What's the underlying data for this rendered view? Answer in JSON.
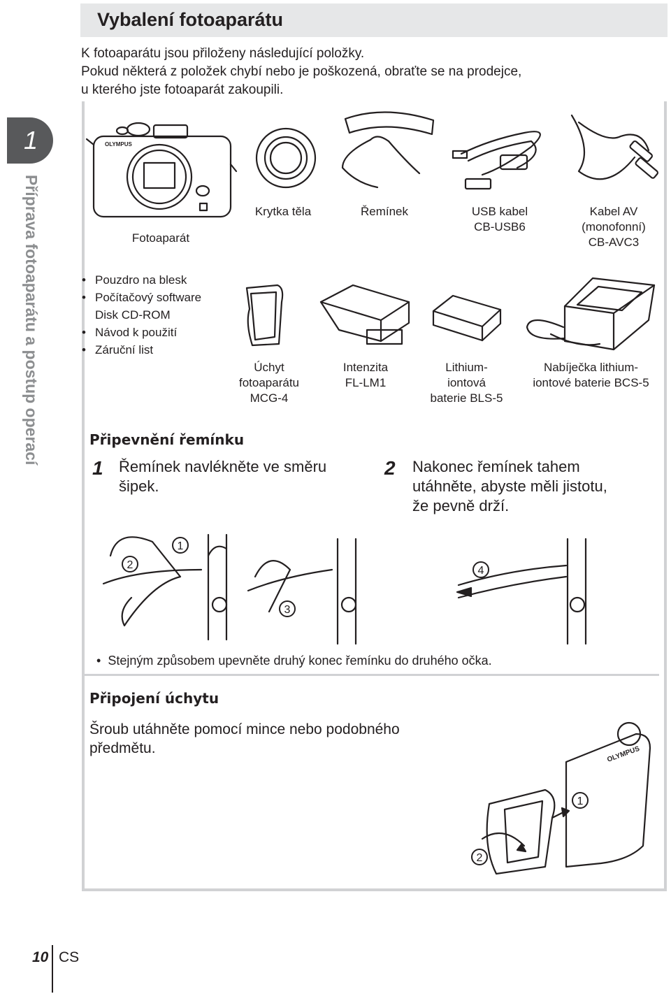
{
  "page_title": "Vybalení fotoaparátu",
  "intro": [
    "K fotoaparátu jsou přiloženy následující položky.",
    "Pokud některá z položek chybí nebo je poškozená, obraťte se na prodejce,",
    "u kterého jste fotoaparát zakoupili."
  ],
  "chapter": {
    "number": "1",
    "title": "Příprava fotoaparátu a postup operací"
  },
  "items": {
    "camera": "Fotoaparát",
    "body_cap": "Krytka těla",
    "strap": "Řemínek",
    "usb": [
      "USB kabel",
      "CB-USB6"
    ],
    "av": [
      "Kabel AV",
      "(monofonní)",
      "CB-AVC3"
    ],
    "grip": [
      "Úchyt",
      "fotoaparátu",
      "MCG-4"
    ],
    "flash": [
      "Intenzita",
      "FL-LM1"
    ],
    "battery": [
      "Lithium-",
      "iontová",
      "baterie BLS-5"
    ],
    "charger": [
      "Nabíječka lithium-",
      "iontové baterie BCS-5"
    ]
  },
  "bullets": [
    "Pouzdro na blesk",
    "Počítačový software",
    "Disk CD-ROM",
    "Návod k použití",
    "Záruční list"
  ],
  "strap_section": {
    "heading": "Připevnění řemínku",
    "step1_num": "1",
    "step1": [
      "Řemínek navlékněte ve směru",
      "šipek."
    ],
    "step2_num": "2",
    "step2": [
      "Nakonec řemínek tahem",
      "utáhněte, abyste měli jistotu,",
      "že pevně drží."
    ],
    "markers": [
      "1",
      "2",
      "3",
      "4"
    ],
    "note": "Stejným způsobem upevněte druhý konec řemínku do druhého očka."
  },
  "grip_section": {
    "heading": "Připojení úchytu",
    "text": [
      "Šroub utáhněte pomocí mince nebo podobného",
      "předmětu."
    ],
    "markers": [
      "1",
      "2"
    ],
    "brand": "OLYMPUS"
  },
  "footer": {
    "page": "10",
    "lang": "CS"
  }
}
